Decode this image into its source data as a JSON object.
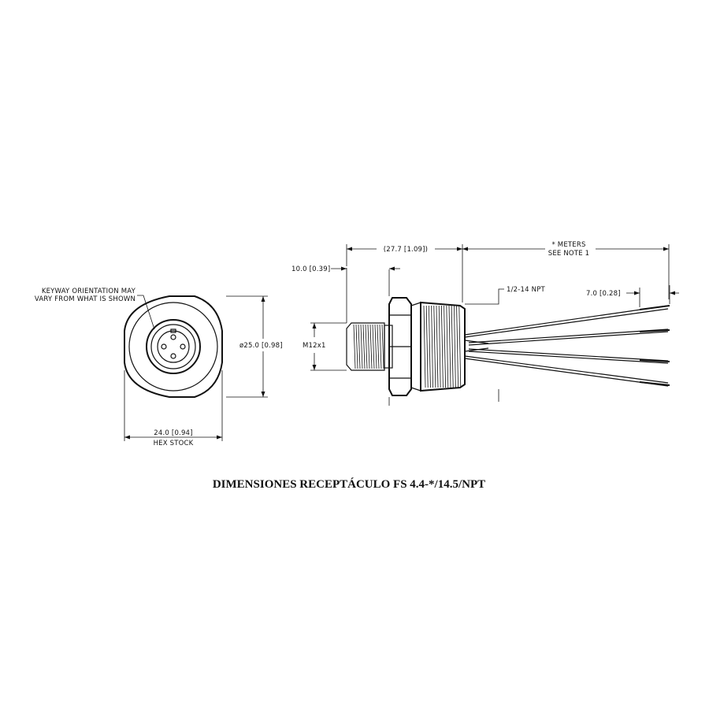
{
  "front_view": {
    "keyway_note_line1": "KEYWAY ORIENTATION MAY",
    "keyway_note_line2": "VARY FROM WHAT IS SHOWN",
    "diameter_label": "ø25.0 [0.98]",
    "hex_dim_line1": "24.0 [0.94]",
    "hex_dim_line2": "HEX STOCK"
  },
  "side_view": {
    "flange_dim": "10.0 [0.39]",
    "length_dim": "(27.7 [1.09])",
    "meters_line1": "* METERS",
    "meters_line2": "SEE NOTE 1",
    "npt_label": "1/2-14 NPT",
    "thread_label": "M12x1",
    "strip_dim": "7.0 [0.28]"
  },
  "title": "DIMENSIONES RECEPTÁCULO FS 4.4-*/14.5/NPT"
}
